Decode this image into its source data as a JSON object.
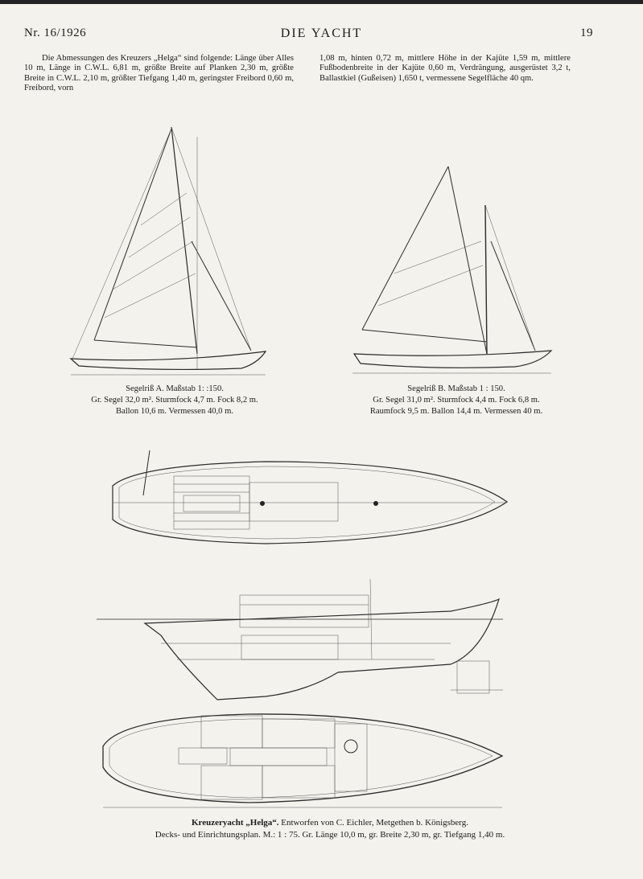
{
  "header": {
    "issue": "Nr. 16/1926",
    "journal": "DIE YACHT",
    "page_number": "19"
  },
  "intro": {
    "left": "Die Abmessungen des Kreuzers „Helga“ sind folgende: Länge über Alles 10 m, Länge in C.W.L. 6,81 m, größte Breite auf Planken 2,30 m, größte Breite in C.W.L. 2,10 m, größter Tiefgang 1,40 m, geringster Freibord 0,60 m, Freibord, vorn",
    "right": "1,08 m, hinten 0,72 m, mittlere Höhe in der Kajüte 1,59 m, mittlere Fußbodenbreite in der Kajüte 0,60 m, Verdrängung, ausgerüstet 3,2 t, Ballastkiel (Gußeisen) 1,650 t, vermessene Segelfläche 40 qm."
  },
  "sail_plan_a": {
    "line1": "Segelriß A.  Maßstab 1: :150.",
    "line2": "Gr. Segel 32,0 m². Sturmfock 4,7 m. Fock 8,2 m.",
    "line3": "Ballon 10,6 m.  Vermessen 40,0 m."
  },
  "sail_plan_b": {
    "line1": "Segelriß B.  Maßstab 1 : 150.",
    "line2": "Gr. Segel 31,0 m². Sturmfock 4,4 m. Fock 6,8 m.",
    "line3": "Raumfock 9,5 m. Ballon 14,4 m. Vermessen 40 m."
  },
  "bottom_caption": {
    "title": "Kreuzeryacht „Helga“.",
    "line1_rest": " Entworfen von C. Eichler, Metgethen b. Königsberg.",
    "line2": "Decks- und Einrichtungsplan.  M.: 1 : 75.  Gr. Länge 10,0 m, gr. Breite 2,30 m, gr. Tiefgang 1,40 m."
  }
}
